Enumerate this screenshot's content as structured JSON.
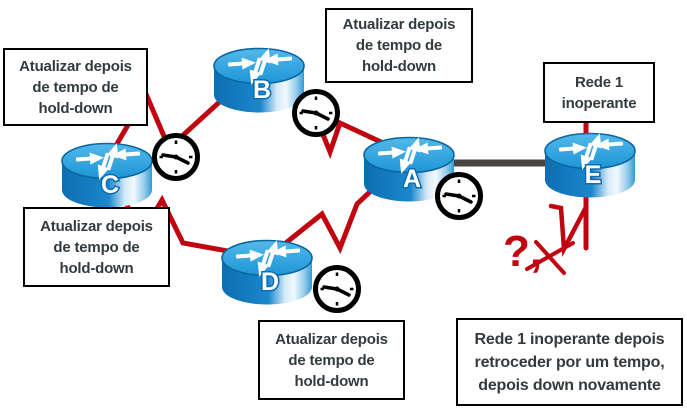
{
  "boxes": {
    "holddown_c_top": {
      "lines": [
        "Atualizar depois",
        "de tempo de",
        "hold-down"
      ]
    },
    "holddown_b": {
      "lines": [
        "Atualizar depois",
        "de tempo de",
        "hold-down"
      ]
    },
    "rede1": {
      "lines": [
        "Rede 1",
        "inoperante"
      ]
    },
    "holddown_c_bottom": {
      "lines": [
        "Atualizar depois",
        "de tempo de",
        "hold-down"
      ]
    },
    "holddown_d": {
      "lines": [
        "Atualizar depois",
        "de tempo de",
        "hold-down"
      ]
    },
    "rede1_history": {
      "lines": [
        "Rede 1 inoperante depois",
        "retroceder por um tempo,",
        "depois down novamente"
      ]
    }
  },
  "routers": {
    "a": "A",
    "b": "B",
    "c": "C",
    "d": "D",
    "e": "E"
  },
  "annotations": {
    "query_mark": "?,"
  },
  "colors": {
    "link_red": "#c10510",
    "link_gray": "#4a4541",
    "router_top_blue": "#2aa5e2",
    "router_side_blue": "#1b88cc",
    "text_dark": "#333b3f"
  }
}
